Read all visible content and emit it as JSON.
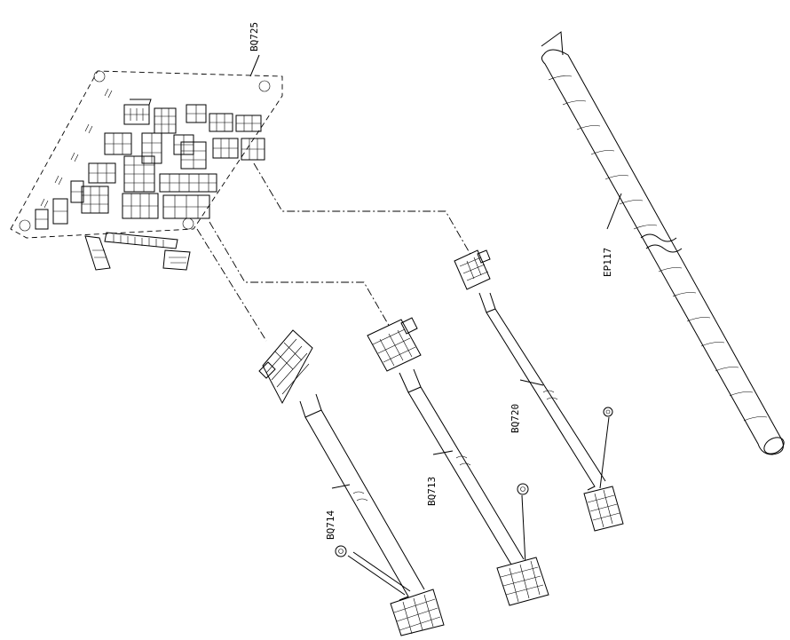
{
  "labels": {
    "board": "BQ725",
    "wrap": "EP117",
    "harness_a": "BQ714",
    "harness_b": "BQ713",
    "harness_c": "BQ720"
  }
}
